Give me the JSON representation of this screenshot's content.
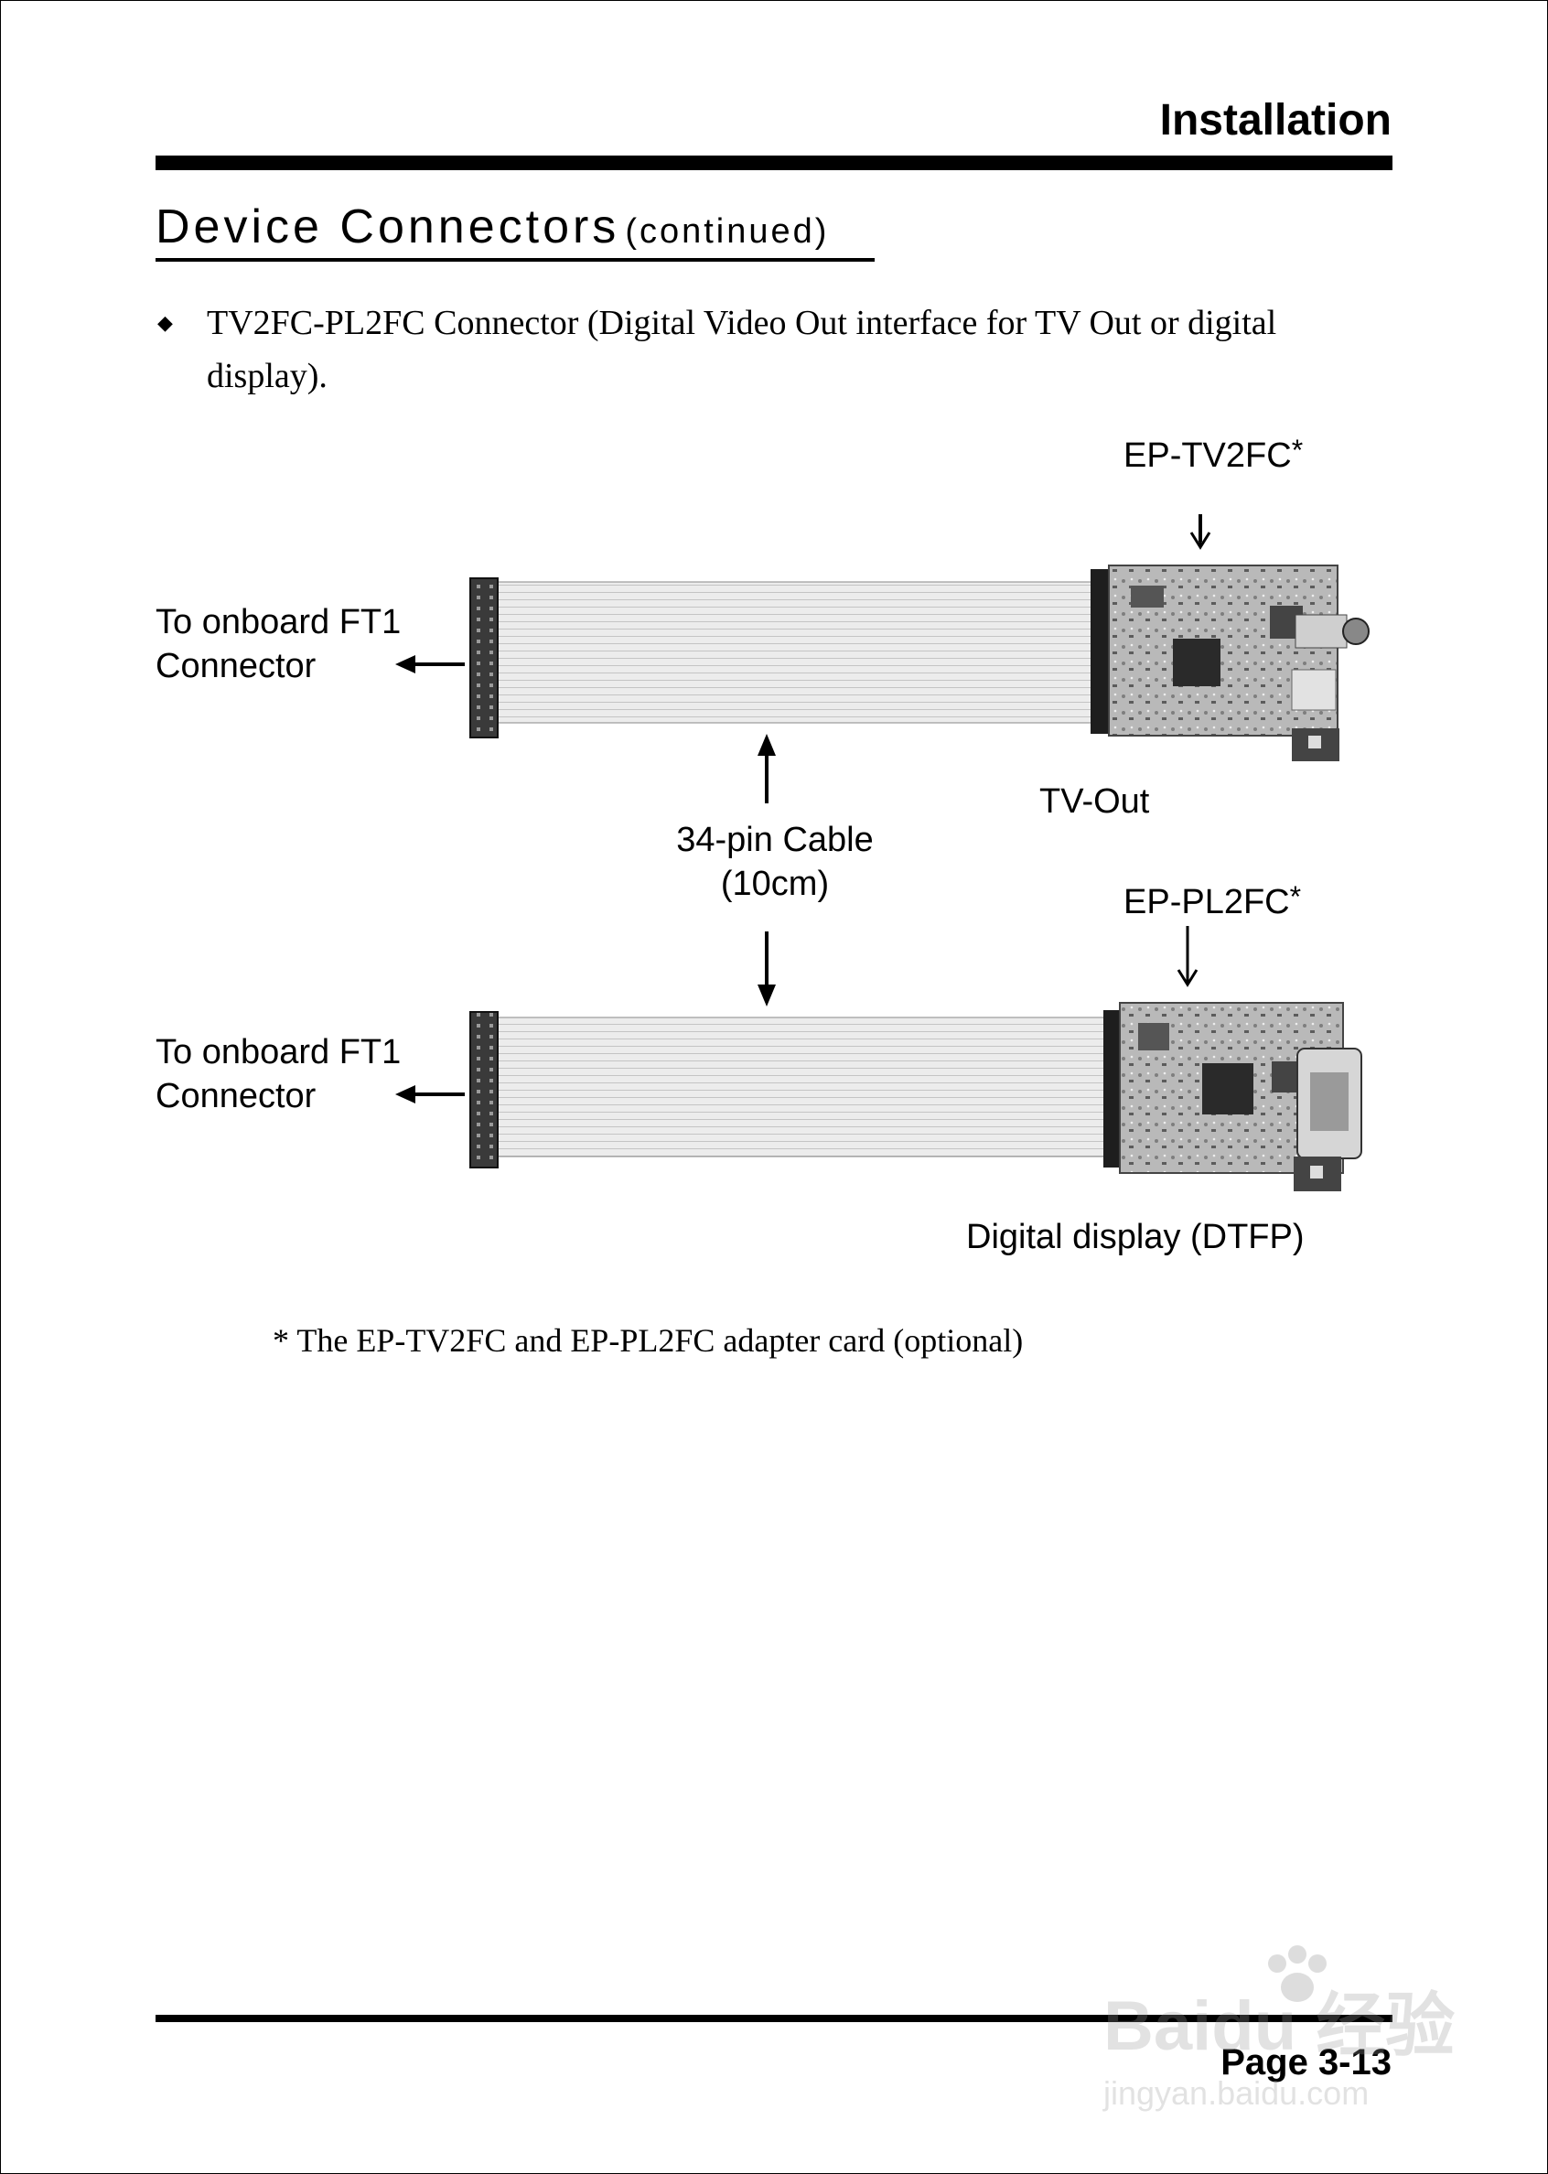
{
  "header": {
    "title": "Installation"
  },
  "section": {
    "heading": "Device Connectors",
    "heading_sub": "(continued)"
  },
  "bullet": {
    "text": "TV2FC-PL2FC Connector (Digital Video Out interface for TV Out or digital display)."
  },
  "figure": {
    "label_tv2fc": "EP-TV2FC",
    "label_pl2fc": "EP-PL2FC",
    "asterisk": "*",
    "onboard_line1": "To onboard FT1",
    "onboard_line2": "Connector",
    "cable_line1": "34-pin Cable",
    "cable_line2": "(10cm)",
    "tv_out": "TV-Out",
    "digital_display": "Digital display (DTFP)"
  },
  "footnote": "* The EP-TV2FC and EP-PL2FC adapter card (optional)",
  "footer": {
    "page": "Page 3-13"
  },
  "watermark": {
    "line1": "Baidu 经验",
    "line2": "jingyan.baidu.com"
  }
}
